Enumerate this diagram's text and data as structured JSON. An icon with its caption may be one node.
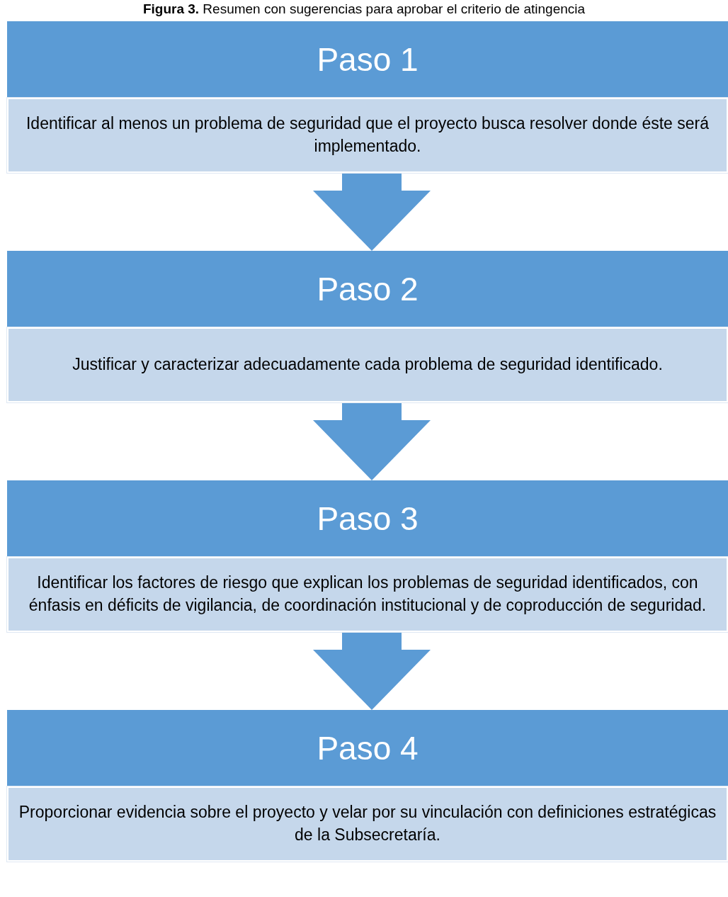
{
  "diagram": {
    "title": "**Figura 3.** Resumen con sugerencias para aprobar el criterio de atingencia",
    "nodes": [
      {
        "text": [
          "Paso 1"
        ]
      },
      {
        "text": [
          "Identificar al menos un problema de seguridad que el proyecto busca resolver donde éste será implementado."
        ]
      },
      {
        "text": [
          "Paso 2"
        ]
      },
      {
        "text": [
          "Justificar y caracterizar adecuadamente cada problema de seguridad identificado."
        ]
      },
      {
        "text": [
          "Paso 3"
        ]
      },
      {
        "text": [
          "Identificar los factores de riesgo que explican los problemas de seguridad identificados, con énfasis en déficits de vigilancia, de coordinación institucional y de coproducción de seguridad."
        ]
      },
      {
        "text": [
          "Paso 4"
        ]
      },
      {
        "text": [
          "Proporcionar evidencia sobre el proyecto y velar por su vinculación con definiciones estratégicas de la Subsecretaría."
        ]
      }
    ],
    "edges": [
      {
        "from": 1,
        "to": 2,
        "arrow": "to"
      },
      {
        "from": 3,
        "to": 4,
        "arrow": "to"
      },
      {
        "from": 5,
        "to": 6,
        "arrow": "to"
      }
    ]
  }
}
